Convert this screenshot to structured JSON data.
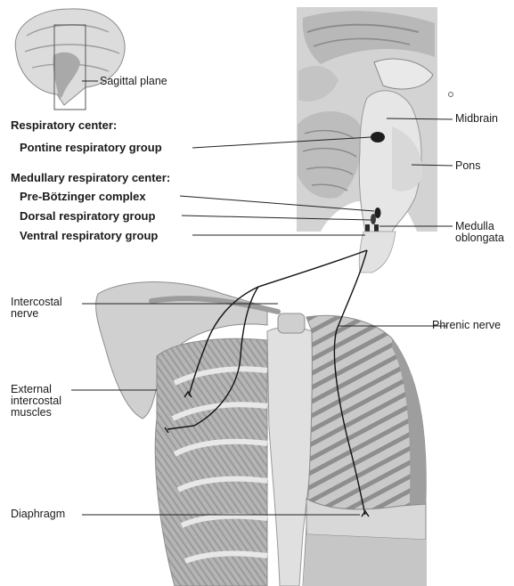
{
  "labels": {
    "sagittal_plane": "Sagittal plane",
    "respiratory_center": "Respiratory center:",
    "pontine_group": "Pontine respiratory group",
    "medullary_center": "Medullary respiratory center:",
    "pre_botzinger": "Pre-Bötzinger complex",
    "dorsal_group": "Dorsal respiratory group",
    "ventral_group": "Ventral respiratory group",
    "midbrain": "Midbrain",
    "pons": "Pons",
    "medulla_line1": "Medulla",
    "medulla_line2": "oblongata",
    "intercostal_line1": "Intercostal",
    "intercostal_line2": "nerve",
    "phrenic_nerve": "Phrenic nerve",
    "external_line1": "External",
    "external_line2": "intercostal",
    "external_line3": "muscles",
    "diaphragm": "Diaphragm"
  },
  "colors": {
    "tissue_light": "#e4e4e4",
    "tissue_mid": "#bdbdbd",
    "tissue_dark": "#7a7a7a",
    "nucleus": "#1e1e1e",
    "nerve": "#111111",
    "leader_line": "#222222"
  }
}
